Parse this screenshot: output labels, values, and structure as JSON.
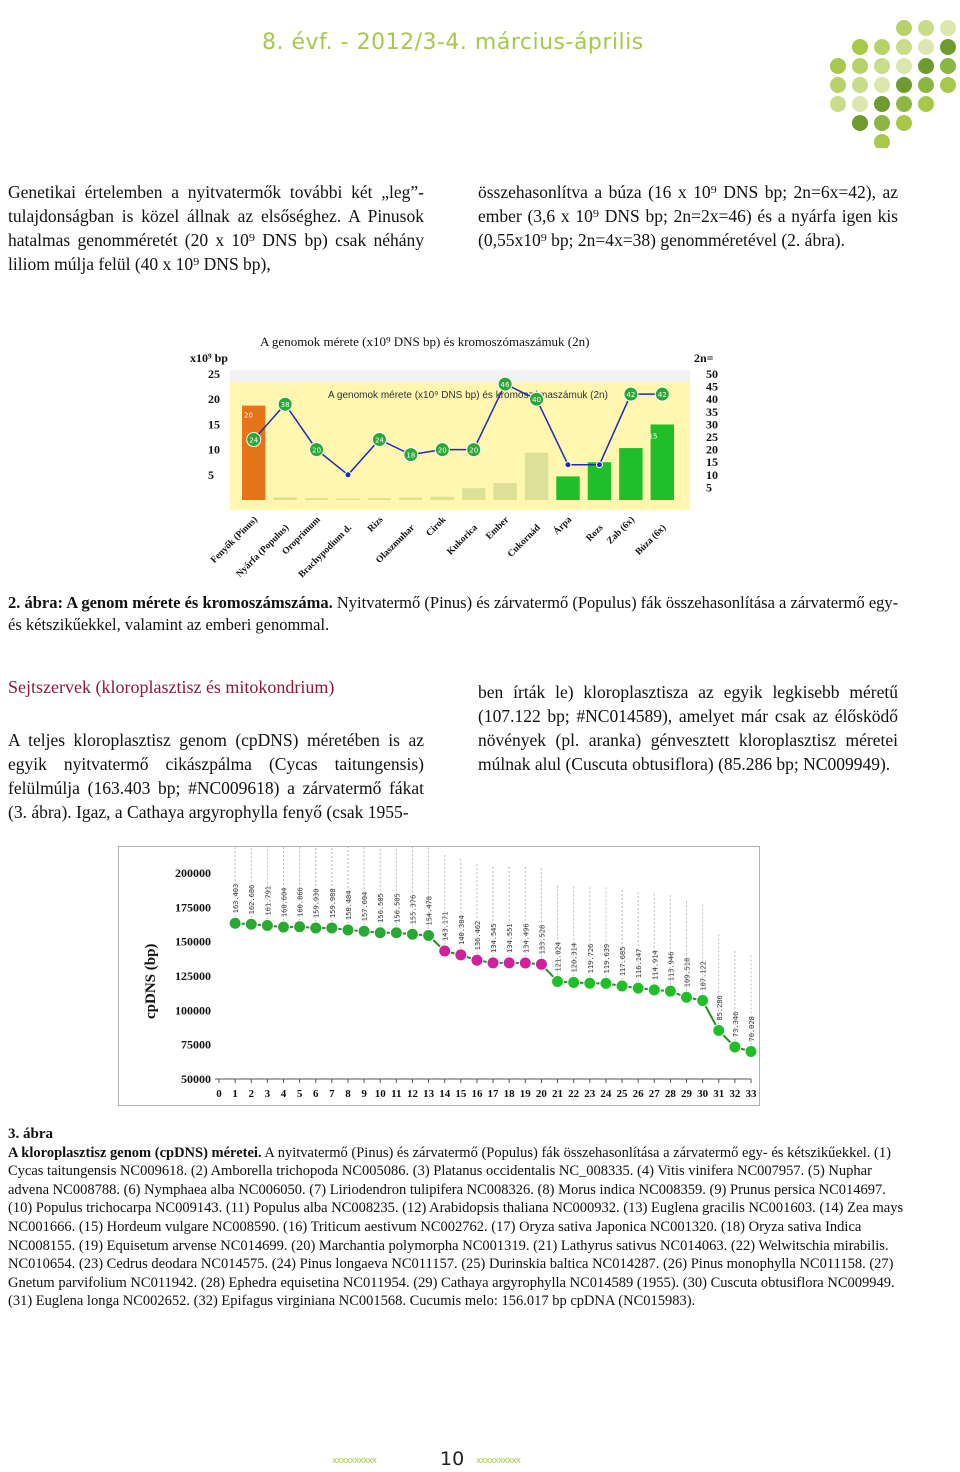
{
  "header": {
    "title": "8. évf. - 2012/3-4. március-április"
  },
  "intro": {
    "left": "Genetikai értelemben a nyitvatermők további két „leg”-tulajdonságban is közel állnak az elsőséghez. A Pinusok hatalmas genomméretét (20 x 10⁹ DNS bp) csak néhány liliom múlja felül (40 x 10⁹ DNS bp),",
    "right": "összehasonlítva a búza (16 x 10⁹ DNS bp; 2n=6x=42), az ember (3,6 x 10⁹ DNS bp; 2n=2x=46) és a nyárfa igen kis (0,55x10⁹ bp; 2n=4x=38) genomméretével (2. ábra)."
  },
  "figure2": {
    "title": "A genomok mérete (x10⁹ DNS bp) és kromoszómaszámuk (2n)",
    "left_axis_label": "x10⁹ bp",
    "right_axis_label": "2n=",
    "left_ticks": [
      "25",
      "20",
      "15",
      "10",
      "5"
    ],
    "right_ticks": [
      "50",
      "45",
      "40",
      "35",
      "30",
      "25",
      "20",
      "15",
      "10",
      "5"
    ],
    "inner_title": "A genomok mérete (x10⁹ DNS bp) és kromoszómaszámuk (2n)",
    "caption_bold": "2. ábra: A genom mérete és kromoszámszáma.",
    "caption_text": " Nyitvatermő (Pinus) és zárvatermő (Populus) fák összehasonlítása a zárvatermő egy- és kétszikűekkel, valamint az emberi genommal."
  },
  "chart_data": [
    {
      "type": "bar",
      "title": "A genomok mérete (x10⁹ DNS bp) és kromoszómaszámuk (2n)",
      "categories": [
        "Fenyők (Pinus)",
        "Nyárfa (Populus)",
        "Oroprimum",
        "Brachypodium d.",
        "Rizs",
        "Olaszmuhar",
        "Cirok",
        "Kukorica",
        "Ember",
        "Cukornád",
        "Árpa",
        "Rozs",
        "Zab (6x)",
        "Búza (6x)"
      ],
      "series": [
        {
          "values": [
            20,
            0.55,
            0.4,
            0.3,
            0.4,
            0.5,
            0.7,
            2.5,
            3.6,
            10,
            5,
            8,
            11,
            16
          ]
        },
        {
          "values": [
            24,
            38,
            20,
            10,
            24,
            18,
            20,
            20,
            46,
            40,
            14,
            14,
            42,
            42
          ]
        }
      ],
      "chromosome_labels": [
        "24",
        "38",
        "20",
        "24",
        "18",
        "20",
        "20",
        "46",
        "40",
        "42",
        "42"
      ],
      "bar_labels": [
        "20",
        "15"
      ],
      "ylabel": "x10⁹ bp",
      "y2label": "2n=",
      "ylim": [
        0,
        25
      ],
      "y2lim": [
        0,
        50
      ]
    },
    {
      "type": "line",
      "ylabel": "cpDNS (bp)",
      "ylim": [
        50000,
        200000
      ],
      "x": [
        0,
        1,
        2,
        3,
        4,
        5,
        6,
        7,
        8,
        9,
        10,
        11,
        12,
        13,
        14,
        15,
        16,
        17,
        18,
        19,
        20,
        21,
        22,
        23,
        24,
        25,
        26,
        27,
        28,
        29,
        30,
        31,
        32,
        33
      ],
      "values": [
        163403,
        162686,
        161791,
        160604,
        160866,
        159930,
        159988,
        158484,
        157604,
        156505,
        156505,
        155376,
        154478,
        143171,
        140384,
        136462,
        134545,
        134551,
        134496,
        133528,
        121024,
        120314,
        119726,
        119639,
        117685,
        116147,
        114914,
        113946,
        109518,
        107122,
        85286,
        73346,
        70028
      ]
    }
  ],
  "section": {
    "heading": "Sejtszervek (kloroplasztisz és mitokondrium)",
    "left": "A teljes kloroplasztisz genom (cpDNS) méretében is az egyik nyitvatermő cikászpálma (Cycas taitungensis) felülmúlja (163.403 bp; #NC009618) a zárvatermő fákat (3. ábra). Igaz, a Cathaya argyrophylla fenyő (csak 1955-",
    "right": "ben írták le) kloroplasztisza az egyik legkisebb méretű (107.122 bp; #NC014589), amelyet már csak az élősködő növények (pl. aranka) génvesztett kloroplasztisz méretei múlnak alul (Cuscuta obtusiflora) (85.286 bp; NC009949)."
  },
  "figure3": {
    "ylabel": "cpDNS (bp)",
    "y_ticks": [
      "200000",
      "175000",
      "150000",
      "125000",
      "100000",
      "75000",
      "50000"
    ],
    "x_ticks": [
      "0",
      "1",
      "2",
      "3",
      "4",
      "5",
      "6",
      "7",
      "8",
      "9",
      "10",
      "11",
      "12",
      "13",
      "14",
      "15",
      "16",
      "17",
      "18",
      "19",
      "20",
      "21",
      "22",
      "23",
      "24",
      "25",
      "26",
      "27",
      "28",
      "29",
      "30",
      "31",
      "32",
      "33"
    ],
    "bar_labels": [
      "163.403",
      "162.686",
      "161.791",
      "160.604",
      "160.866",
      "159.930",
      "159.988",
      "158.484",
      "157.604",
      "156.505",
      "156.505",
      "155.376",
      "154.478",
      "143.171",
      "140.384",
      "136.462",
      "134.545",
      "134.551",
      "134.496",
      "133.528",
      "121.024",
      "120.314",
      "119.726",
      "119.639",
      "117.685",
      "116.147",
      "114.914",
      "113.946",
      "109.518",
      "107.122",
      "85.286",
      "73.346",
      "70.028"
    ],
    "caption_num": "3. ábra",
    "caption_bold": "A kloroplasztisz genom (cpDNS) méretei.",
    "caption_text": " A nyitvatermő (Pinus) és zárvatermő (Populus) fák összehasonlítása a zárvatermő egy- és kétszikűekkel. (1) Cycas taitungensis NC009618. (2) Amborella trichopoda NC005086. (3) Platanus occidentalis NC_008335. (4) Vitis vinifera NC007957. (5) Nuphar advena NC008788. (6) Nymphaea alba NC006050. (7) Liriodendron tulipifera NC008326. (8) Morus indica NC008359. (9) Prunus persica NC014697. (10) Populus trichocarpa NC009143. (11) Populus alba NC008235. (12) Arabidopsis thaliana NC000932. (13) Euglena gracilis NC001603. (14) Zea mays NC001666. (15) Hordeum vulgare NC008590. (16) Triticum aestivum NC002762. (17) Oryza sativa Japonica NC001320. (18) Oryza sativa Indica NC008155. (19) Equisetum arvense NC014699. (20) Marchantia polymorpha NC001319. (21) Lathyrus sativus NC014063. (22) Welwitschia mirabilis. NC010654. (23) Cedrus deodara NC014575. (24) Pinus longaeva NC011157. (25) Durinskia baltica NC014287. (26) Pinus monophylla NC011158. (27) Gnetum parvifolium NC011942. (28) Ephedra equisetina NC011954. (29) Cathaya argyrophylla NC014589 (1955). (30) Cuscuta obtusiflora NC009949. (31) Euglena longa NC002652. (32) Epifagus virginiana NC001568. Cucumis melo: 156.017 bp cpDNA (NC015983)."
  },
  "footer": {
    "page": "10",
    "deco": "xxxxxxxxxx"
  },
  "colors": {
    "accent": "#a8c84a",
    "heading": "#8b1a3a",
    "bar_orange": "#e8741a",
    "bar_green": "#1fbf2a",
    "line_blue": "#1e2db8",
    "dot_magenta": "#d0219a"
  }
}
